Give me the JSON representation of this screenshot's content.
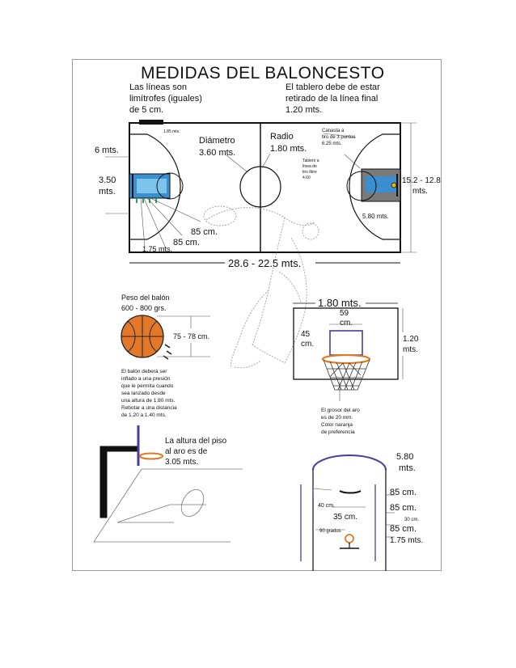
{
  "title": "MEDIDAS DEL BALONCESTO",
  "notes": {
    "lines_1": "Las líneas son",
    "lines_2": "limítrofes (iguales)",
    "lines_3": "de 5 cm.",
    "board_1": "El tablero  debe de estar",
    "board_2": "retirado de la línea final",
    "board_3": "1.20 mts."
  },
  "court": {
    "diam_label": "Diámetro",
    "diam_val": "3.60 mts.",
    "radius_label": "Radio",
    "radius_val": "1.80 mts.",
    "small_top": "1.85 mts.",
    "three_1": "Canasta a",
    "three_2": "tiro de 3 puntos",
    "three_3": "6.25 mts.",
    "ft_1": "Tablero a",
    "ft_2": "línea de",
    "ft_3": "tiro libre",
    "ft_4": "4.60",
    "six": "6 mts.",
    "three50_1": "3.50",
    "three50_2": "mts.",
    "width_1": "15.2 - 12.8",
    "width_2": "mts.",
    "key_width": "5.80 mts.",
    "m85a": "85 cm.",
    "m85b": "85 cm.",
    "m175": "1.75  mts.",
    "length": "28.6 - 22.5 mts."
  },
  "ball": {
    "weight_1": "Peso del balón",
    "weight_2": "600 - 800 grs.",
    "circ": "75 - 78 cm.",
    "d1": "El balón deberá ser",
    "d2": "inflado a una presión",
    "d3": "que le permita cuando",
    "d4": "sea lanzado desde",
    "d5": "una altura de 1.80 mts.",
    "d6": "Rebotar a una distancia",
    "d7": "de 1.20 a 1.40 mts."
  },
  "backboard": {
    "width": "1.80 mts.",
    "inner_w_1": "59",
    "inner_w_2": "cm.",
    "inner_h_1": "45",
    "inner_h_2": "cm.",
    "height_1": "1.20",
    "height_2": "mts.",
    "rim_1": "El grosor del aro",
    "rim_2": "es de 20 mm.",
    "rim_3": "Color naranja",
    "rim_4": "de preferencia"
  },
  "hoop_height": {
    "l1": "La altura del piso",
    "l2": "al aro es de",
    "l3": "3.05 mts."
  },
  "key_detail": {
    "w_1": "5.80",
    "w_2": "mts.",
    "m85a": "85 cm.",
    "m85b": "85 cm.",
    "m30": "30 cm.",
    "m85c": "85 cm.",
    "m175": "1.75 mts.",
    "m40": "40 cm.",
    "m35": "35 cm.",
    "deg": "90 grados"
  }
}
